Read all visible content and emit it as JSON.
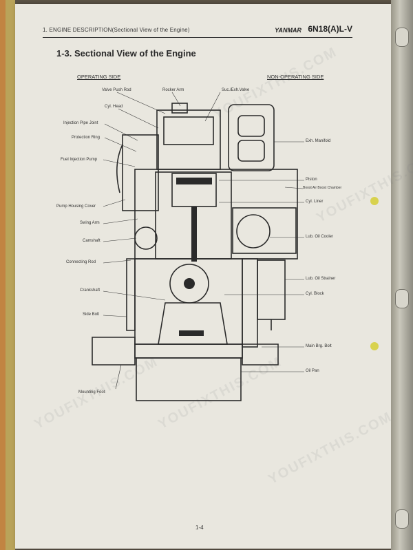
{
  "header": {
    "section": "1.   ENGINE DESCRIPTION(Sectional View of the Engine)",
    "brand": "YANMAR",
    "model": "6N18(A)L-V"
  },
  "title": "1-3. Sectional View of the Engine",
  "sides": {
    "left": "OPERATING SIDE",
    "right": "NON-OPERATING SIDE"
  },
  "labels_left": [
    "Valve Push Rod",
    "Rocker Arm",
    "Suc./Exh.Valve",
    "Cyl. Head",
    "Injection Pipe Joint",
    "Protection Ring",
    "Fuel Injection Pump",
    "Pump Housing Cover",
    "Swing Arm",
    "Camshaft",
    "Connecting Rod",
    "Crankshaft",
    "Side Bolt",
    "Mounting Foot"
  ],
  "labels_right": [
    "Exh. Manifold",
    "Piston",
    "Boost Air Boost Chamber",
    "Cyl. Liner",
    "Lub. Oil Cooler",
    "Lub. Oil Strainer",
    "Cyl. Block",
    "Main Brg. Bolt",
    "Oil Pan"
  ],
  "page_number": "1-4",
  "watermark": "YOUFIXTHIS.COM"
}
